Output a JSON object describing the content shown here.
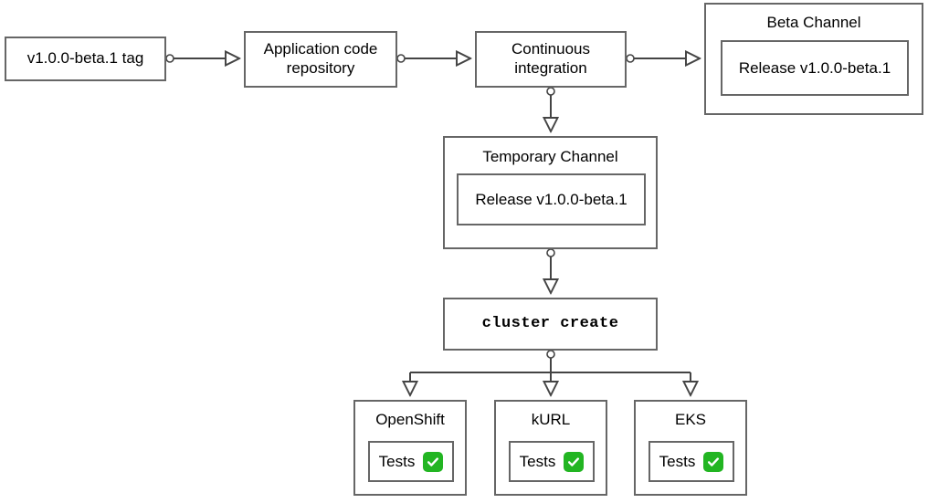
{
  "diagram": {
    "type": "flowchart",
    "background_color": "#ffffff",
    "stroke_color": "#666666",
    "text_color": "#000000",
    "accent_color": "#22b522",
    "nodes": [
      {
        "id": "tag",
        "label": "v1.0.0-beta.1 tag"
      },
      {
        "id": "repo",
        "label": "Application code\nrepository"
      },
      {
        "id": "ci",
        "label": "Continuous\nintegration"
      },
      {
        "id": "beta",
        "label": "Beta Channel",
        "child": "Release v1.0.0-beta.1"
      },
      {
        "id": "temp",
        "label": "Temporary Channel",
        "child": "Release v1.0.0-beta.1"
      },
      {
        "id": "cluster",
        "label": "cluster create"
      },
      {
        "id": "openshift",
        "label": "OpenShift",
        "child": "Tests",
        "child_icon": "green-check-icon"
      },
      {
        "id": "kurl",
        "label": "kURL",
        "child": "Tests",
        "child_icon": "green-check-icon"
      },
      {
        "id": "eks",
        "label": "EKS",
        "child": "Tests",
        "child_icon": "green-check-icon"
      }
    ]
  }
}
